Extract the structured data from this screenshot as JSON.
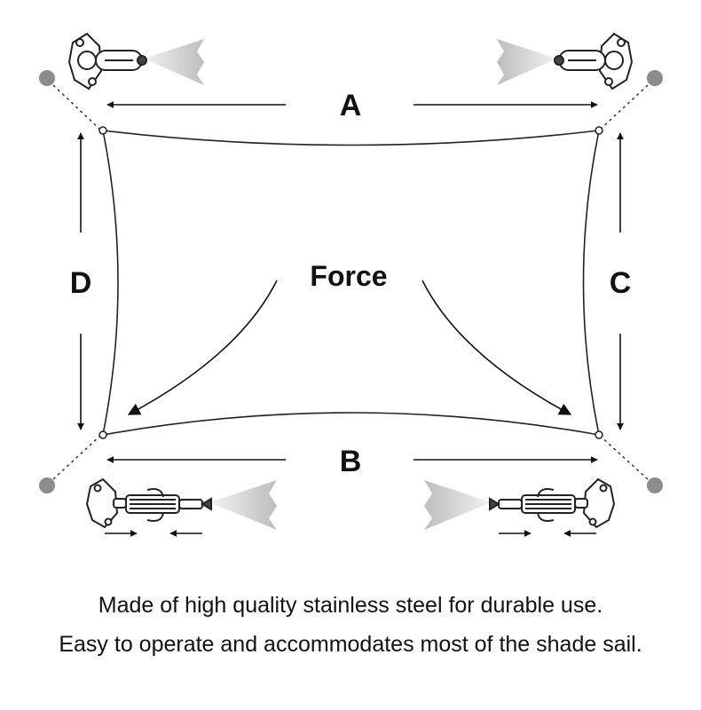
{
  "diagram": {
    "dimension_labels": {
      "top": "A",
      "bottom": "B",
      "right": "C",
      "left": "D"
    },
    "center_label": "Force",
    "hardware": {
      "top_left": "carabiner-icon",
      "top_right": "carabiner-icon",
      "bottom_left": "turnbuckle-icon",
      "bottom_right": "turnbuckle-icon"
    }
  },
  "captions": [
    "Made of high quality stainless steel for durable use.",
    "Easy to operate and accommodates most of the shade sail."
  ]
}
